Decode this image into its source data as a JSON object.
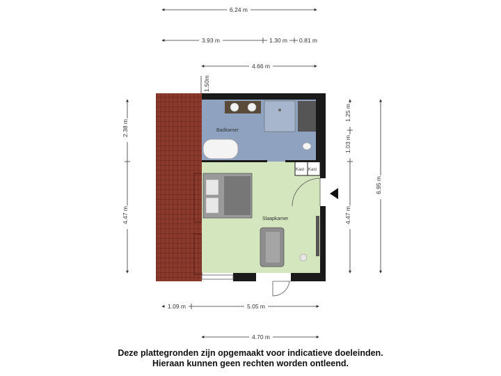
{
  "dimensions": {
    "total_width": "6.24 m",
    "segment_a": "3.93 m",
    "segment_b": "1.30 m",
    "segment_c": "0.81 m",
    "upper_width": "4.66 m",
    "small_vertical": "1.50m",
    "left_top": "2.38 m",
    "left_bottom": "4.47 m",
    "right_top": "1.25 m",
    "right_mid": "1.03 m",
    "right_bottom": "4.47 m",
    "right_total": "6.95 m",
    "bottom_left": "1.09 m",
    "bottom_right": "5.05 m",
    "bottom_total": "4.70 m"
  },
  "rooms": {
    "bathroom": "Badkamer",
    "bedroom": "Slaapkamer",
    "closet_1": "Kast",
    "closet_2": "Kast"
  },
  "colors": {
    "roof": "#8b3a2c",
    "bathroom": "#8fa3c0",
    "bedroom": "#d4e6bd",
    "wall": "#1a1a1a"
  },
  "disclaimer": {
    "line1": "Deze plattegronden zijn opgemaakt voor indicatieve doeleinden.",
    "line2": "Hieraan kunnen geen rechten worden ontleend."
  }
}
